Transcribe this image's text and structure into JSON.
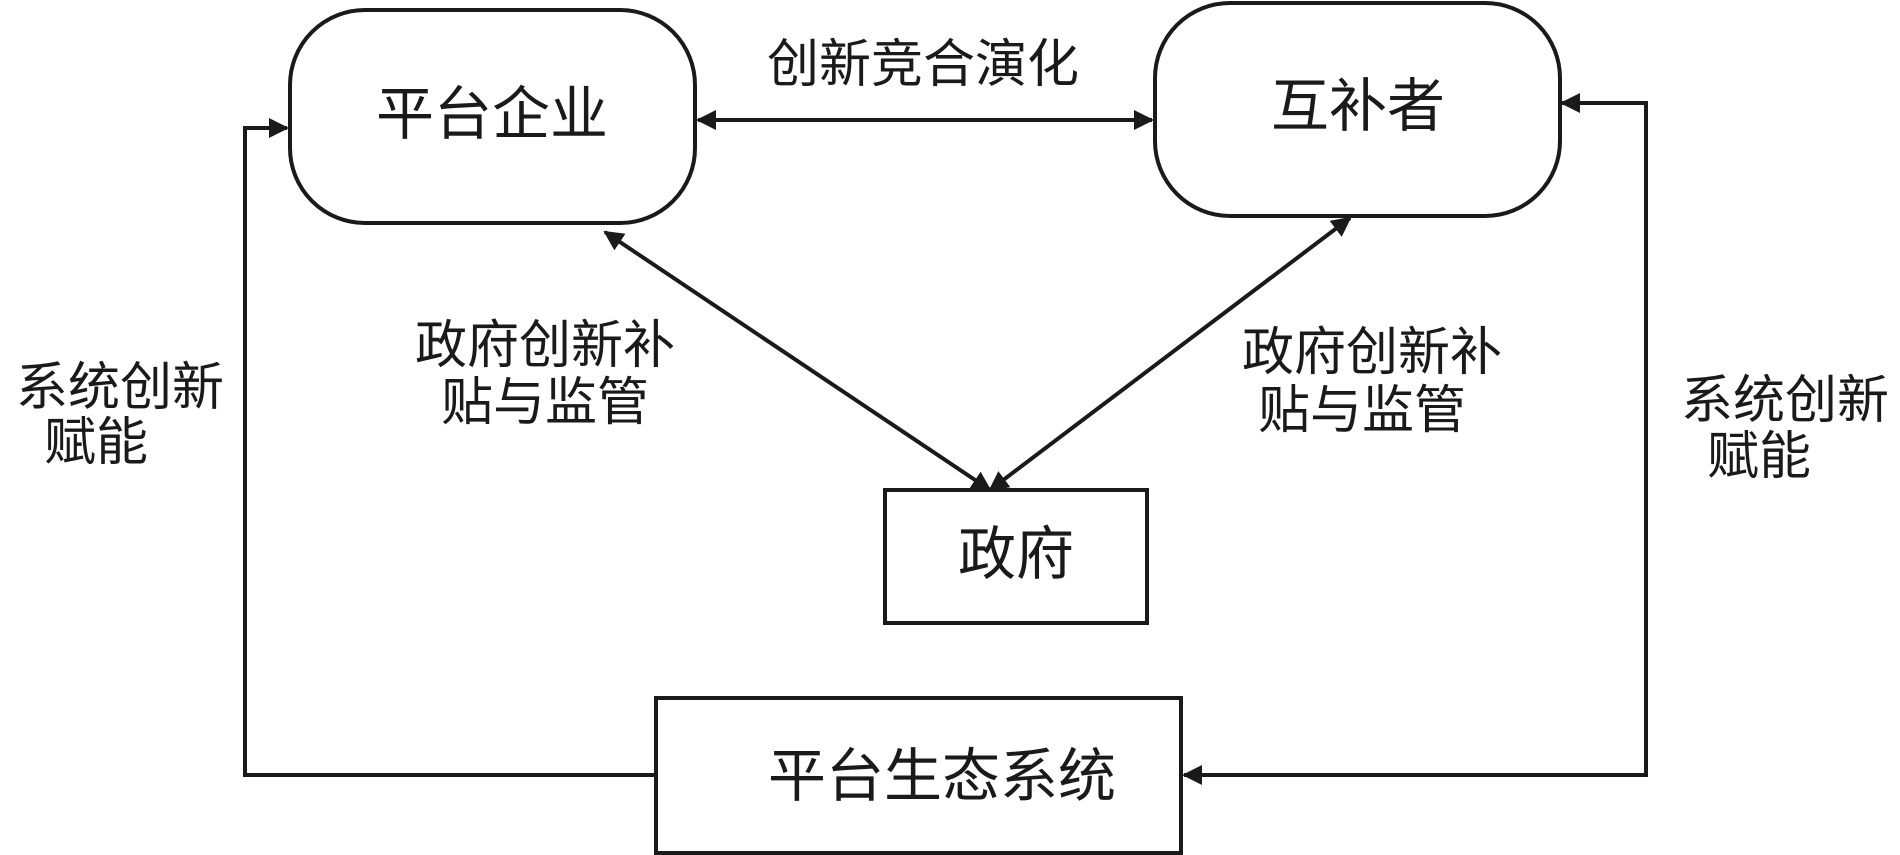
{
  "nodes": {
    "platform_enterprise": "平台企业",
    "complementor": "互补者",
    "government": "政府",
    "platform_ecosystem": "平台生态系统"
  },
  "edges": {
    "coevolution": "创新竞合演化",
    "gov_left": [
      "政府创新补",
      "贴与监管"
    ],
    "gov_right": [
      "政府创新补",
      "贴与监管"
    ],
    "empower_left": [
      "系统创新",
      "赋能"
    ],
    "empower_right": [
      "系统创新",
      "赋能"
    ]
  },
  "colors": {
    "line": "#1a1a1a",
    "background": "#ffffff"
  }
}
